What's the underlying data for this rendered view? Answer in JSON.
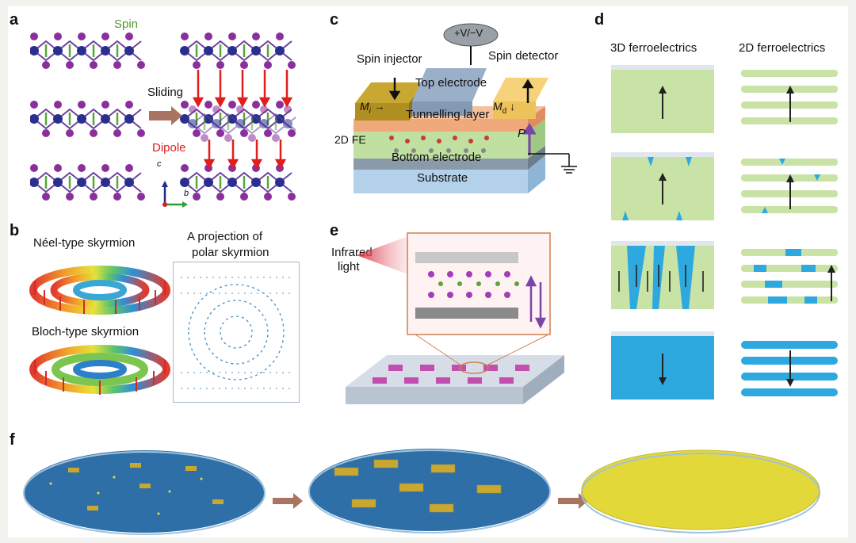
{
  "panels": {
    "a": {
      "letter": "a",
      "spin_label": "Spin",
      "sliding_label": "Sliding",
      "dipole_label": "Dipole",
      "axis_c": "c",
      "axis_b": "b"
    },
    "b": {
      "letter": "b",
      "neel_label": "Néel-type skyrmion",
      "bloch_label": "Bloch-type skyrmion",
      "projection_line1": "A projection of",
      "projection_line2": "polar skyrmion"
    },
    "c": {
      "letter": "c",
      "voltage": "+V/−V",
      "spin_injector": "Spin injector",
      "spin_detector": "Spin detector",
      "top_electrode": "Top electrode",
      "mi": "M",
      "mi_sub": "i",
      "md": "M",
      "md_sub": "d",
      "tunnelling_layer": "Tunnelling layer",
      "fe_2d": "2D FE",
      "p_label": "P",
      "bottom_electrode": "Bottom electrode",
      "substrate": "Substrate"
    },
    "d": {
      "letter": "d",
      "col_3d": "3D ferroelectrics",
      "col_2d": "2D ferroelectrics"
    },
    "e": {
      "letter": "e",
      "infrared_line1": "Infrared",
      "infrared_line2": "light"
    },
    "f": {
      "letter": "f"
    }
  },
  "colors": {
    "atom_purple": "#8a2f9c",
    "atom_blue": "#2a2f8f",
    "spin_green": "#5aa53a",
    "dipole_red": "#e01e1e",
    "fe_green": "#c9e3a6",
    "fe_blue": "#2ea9df",
    "wafer_blue": "#2f6fa8",
    "gold": "#c9a832"
  }
}
